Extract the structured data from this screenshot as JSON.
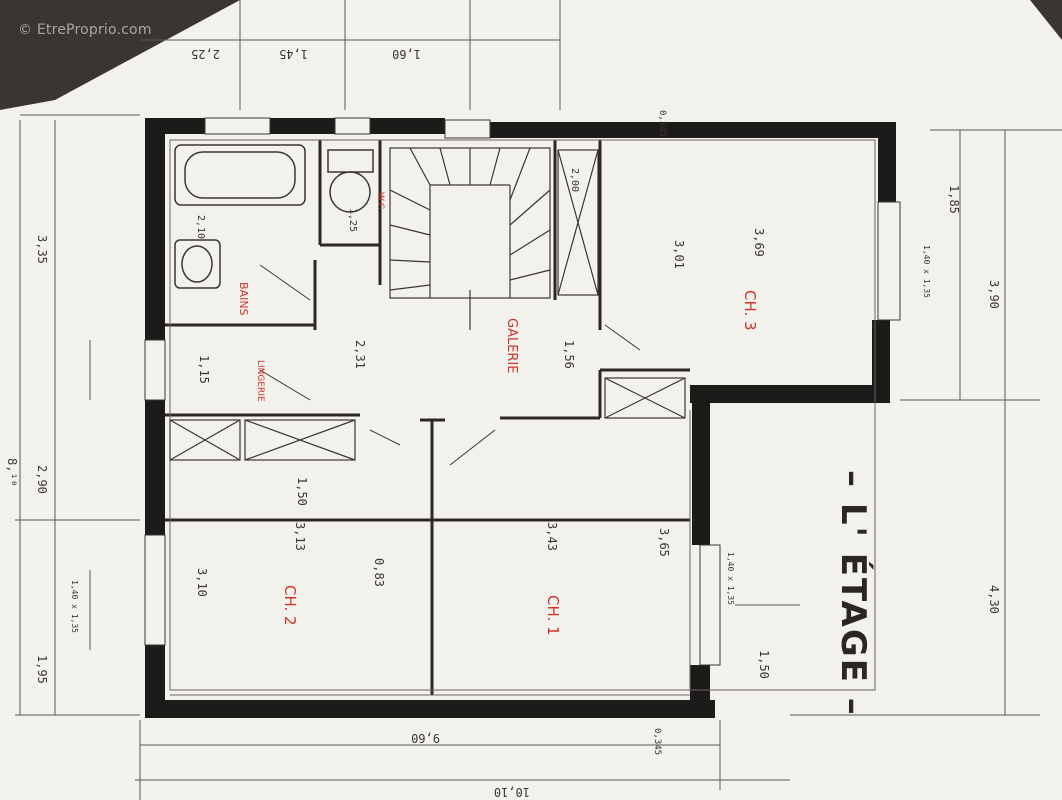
{
  "watermark": "© EtreProprio.com",
  "plan_title": "– L' ÉTAGE –",
  "colors": {
    "paper": "#f4f2ee",
    "wall": "#1d1a1a",
    "ink": "#3a3636",
    "room_label": "#d0322b",
    "background": "#3a3532"
  },
  "rooms": {
    "bains": "BAINS",
    "wc": "W.C.",
    "lingerie": "LINGERIE",
    "galerie": "GALERIE",
    "ch1": "CH. 1",
    "ch2": "CH. 2",
    "ch3": "CH. 3"
  },
  "dimensions": {
    "top_225": "2,25",
    "top_145": "1,45",
    "top_160": "1,60",
    "top_0345": "0,345",
    "left_335": "3,35",
    "left_290": "2,90",
    "left_195": "1,95",
    "left_8": "8,¹⁰",
    "bottom_960": "9,60",
    "bottom_1010": "10,10",
    "bottom_0345": "0,345",
    "right_185": "1,85",
    "right_390": "3,90",
    "right_430": "4,30",
    "right_150": "1,50",
    "int_301": "3,01",
    "int_369": "3,69",
    "int_200": "2,00",
    "int_156": "1,56",
    "int_231": "2,31",
    "int_115": "1,15",
    "int_150": "1,50",
    "int_365": "3,65",
    "int_310": "3,10",
    "int_343": "3,43",
    "int_313": "3,13",
    "int_083": "0,83",
    "int_210": "2,10",
    "int_125": "1,25",
    "win_140": "1,40 x 1,35",
    "win_140b": "1,40 x 1,35",
    "win_140c": "1,40 x 1,35"
  }
}
